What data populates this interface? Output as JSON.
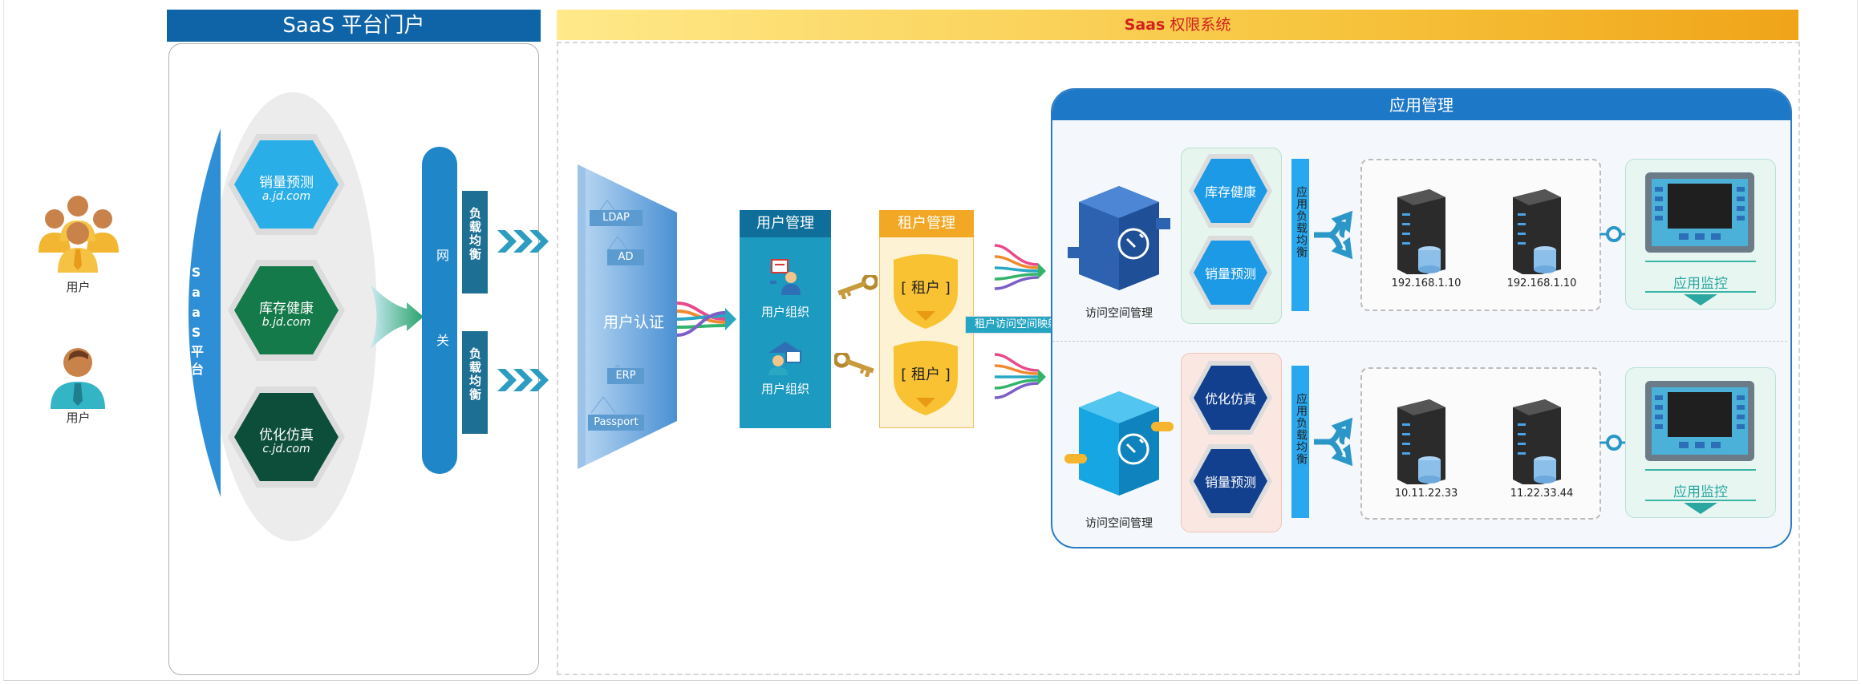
{
  "users": {
    "label_1": "用户",
    "label_2": "用户"
  },
  "portal": {
    "title": "SaaS 平台门户",
    "saas_label": "SaaS平台",
    "gateway_label": "网关",
    "lb_label_1": "负载均衡",
    "lb_label_2": "负载均衡",
    "apps": [
      {
        "name": "销量预测",
        "domain": "a.jd.com"
      },
      {
        "name": "库存健康",
        "domain": "b.jd.com"
      },
      {
        "name": "优化仿真",
        "domain": "c.jd.com"
      }
    ]
  },
  "permission": {
    "title_bold": "Saas",
    "title_rest": " 权限系统",
    "auth": {
      "label": "用户认证",
      "sources": [
        "LDAP",
        "AD",
        "ERP",
        "Passport"
      ]
    },
    "user_mgmt": {
      "title": "用户管理",
      "group_1": "用户组织",
      "group_2": "用户组织"
    },
    "tenant_mgmt": {
      "title": "租户管理",
      "tenant_1": "[ 租户 ]",
      "tenant_2": "[ 租户 ]"
    },
    "mapping_label": "租户访问空间映射"
  },
  "app_mgmt": {
    "title": "应用管理",
    "clusters": [
      {
        "space_label": "访问空间管理",
        "apps": [
          "库存健康",
          "销量预测"
        ],
        "lb_label": "应用负载均衡",
        "servers": [
          "192.168.1.10",
          "192.168.1.10"
        ],
        "monitor_label": "应用监控"
      },
      {
        "space_label": "访问空间管理",
        "apps": [
          "优化仿真",
          "销量预测"
        ],
        "lb_label": "应用负载均衡",
        "servers": [
          "10.11.22.33",
          "11.22.33.44"
        ],
        "monitor_label": "应用监控"
      }
    ]
  },
  "colors": {
    "primary": "#1f6fb5",
    "orange": "#f0a020",
    "teal": "#2aa7c2",
    "lightblue": "#2fa3ee",
    "green": "#1a7f52"
  }
}
